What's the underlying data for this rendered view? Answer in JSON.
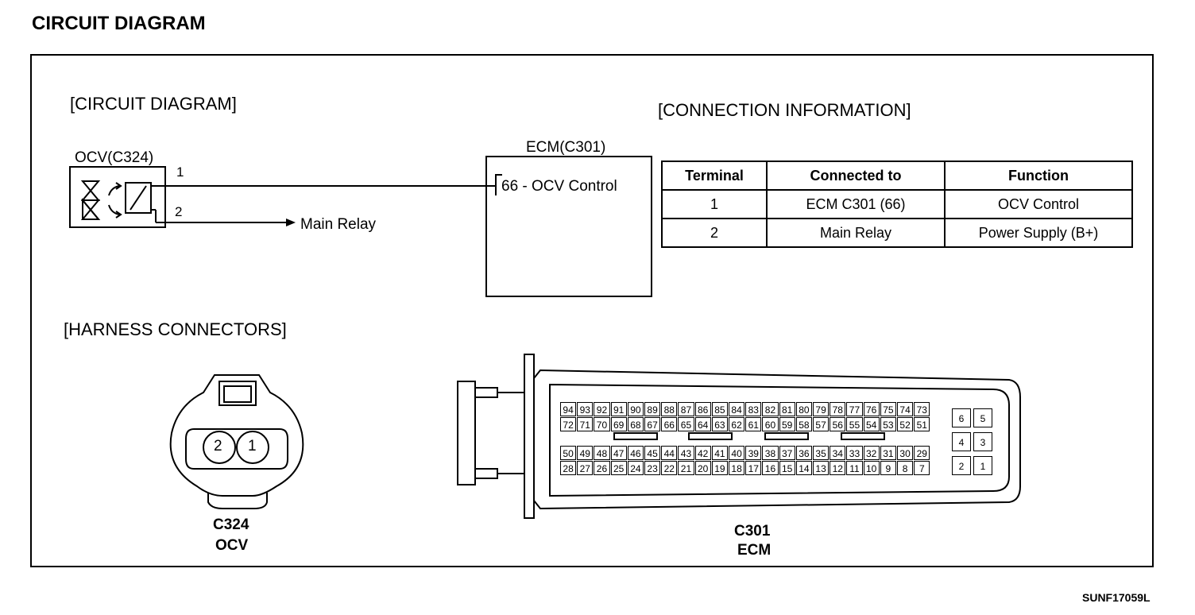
{
  "page_title": "CIRCUIT DIAGRAM",
  "circuit_heading": "[CIRCUIT DIAGRAM]",
  "connection_heading": "[CONNECTION INFORMATION]",
  "harness_heading": "[HARNESS CONNECTORS]",
  "ocv": {
    "label": "OCV(C324)",
    "pin1": "1",
    "pin2": "2"
  },
  "ecm": {
    "label": "ECM(C301)",
    "terminal": "66 - OCV Control"
  },
  "main_relay": "Main Relay",
  "table": {
    "headers": [
      "Terminal",
      "Connected to",
      "Function"
    ],
    "rows": [
      [
        "1",
        "ECM C301 (66)",
        "OCV Control"
      ],
      [
        "2",
        "Main Relay",
        "Power Supply (B+)"
      ]
    ]
  },
  "c324": {
    "pins": [
      "2",
      "1"
    ],
    "name": "C324",
    "desc": "OCV"
  },
  "c301": {
    "name": "C301",
    "desc": "ECM",
    "row1": [
      "94",
      "93",
      "92",
      "91",
      "90",
      "89",
      "88",
      "87",
      "86",
      "85",
      "84",
      "83",
      "82",
      "81",
      "80",
      "79",
      "78",
      "77",
      "76",
      "75",
      "74",
      "73"
    ],
    "row2": [
      "72",
      "71",
      "70",
      "69",
      "68",
      "67",
      "66",
      "65",
      "64",
      "63",
      "62",
      "61",
      "60",
      "59",
      "58",
      "57",
      "56",
      "55",
      "54",
      "53",
      "52",
      "51"
    ],
    "row3": [
      "50",
      "49",
      "48",
      "47",
      "46",
      "45",
      "44",
      "43",
      "42",
      "41",
      "40",
      "39",
      "38",
      "37",
      "36",
      "35",
      "34",
      "33",
      "32",
      "31",
      "30",
      "29"
    ],
    "row4": [
      "28",
      "27",
      "26",
      "25",
      "24",
      "23",
      "22",
      "21",
      "20",
      "19",
      "18",
      "17",
      "16",
      "15",
      "14",
      "13",
      "12",
      "11",
      "10",
      "9",
      "8",
      "7"
    ],
    "aux": [
      [
        "6",
        "5"
      ],
      [
        "4",
        "3"
      ],
      [
        "2",
        "1"
      ]
    ]
  },
  "figure_code": "SUNF17059L"
}
